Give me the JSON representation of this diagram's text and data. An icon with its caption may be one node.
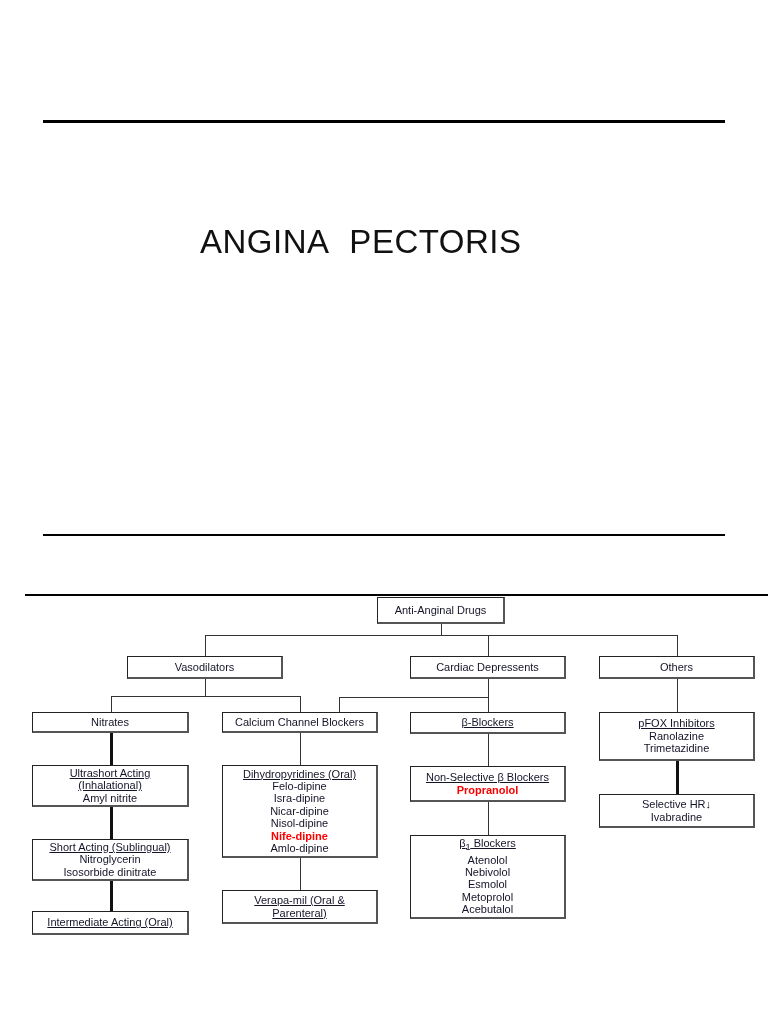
{
  "diagram": {
    "title": "ANGINA PECTORIS",
    "nodes": [
      {
        "text": [
          "Anti-Anginal Drugs"
        ]
      },
      {
        "text": [
          "Vasodilators"
        ]
      },
      {
        "text": [
          "Cardiac Depressents"
        ]
      },
      {
        "text": [
          "Others"
        ]
      },
      {
        "text": [
          "Nitrates"
        ]
      },
      {
        "text": [
          "Calcium Channel Blockers"
        ]
      },
      {
        "text": [
          "β-Blockers"
        ]
      },
      {
        "text": [
          "pFOX Inhibitors",
          "Ranolazine",
          "Trimetazidine"
        ]
      },
      {
        "text": [
          "Ultrashort Acting (Inhalational)",
          "Amyl nitrite"
        ]
      },
      {
        "text": [
          "Dihydropyridines (Oral)",
          "Felo-dipine",
          "Isra-dipine",
          "Nicar-dipine",
          "Nisol-dipine",
          "Nife-dipine",
          "Amlo-dipine"
        ]
      },
      {
        "text": [
          "Non-Selective β Blockers",
          "Propranolol"
        ]
      },
      {
        "text": [
          "Selective HR↓",
          "Ivabradine"
        ]
      },
      {
        "text": [
          "Short Acting (Sublingual)",
          "Nitroglycerin",
          "Isosorbide dinitrate"
        ]
      },
      {
        "text": [
          "β$_{1}$ Blockers",
          "Atenolol",
          "Nebivolol",
          "Esmolol",
          "Metoprolol",
          "Acebutalol"
        ]
      },
      {
        "text": [
          "Verapa-mil (Oral & Parenteral)"
        ]
      },
      {
        "text": [
          "Intermediate Acting (Oral)"
        ]
      }
    ],
    "edges": [
      {
        "from": 0,
        "to": 1,
        "arrow": "none"
      },
      {
        "from": 0,
        "to": 2,
        "arrow": "none"
      },
      {
        "from": 0,
        "to": 3,
        "arrow": "none"
      },
      {
        "from": 1,
        "to": 4,
        "arrow": "none"
      },
      {
        "from": 1,
        "to": 5,
        "arrow": "none"
      },
      {
        "from": 2,
        "to": 5,
        "arrow": "none"
      },
      {
        "from": 2,
        "to": 6,
        "arrow": "none"
      },
      {
        "from": 3,
        "to": 7,
        "arrow": "none"
      },
      {
        "from": 4,
        "to": 8,
        "arrow": "none",
        "style": "thick"
      },
      {
        "from": 8,
        "to": 12,
        "arrow": "none",
        "style": "thick"
      },
      {
        "from": 12,
        "to": 15,
        "arrow": "none",
        "style": "thick"
      },
      {
        "from": 5,
        "to": 9,
        "arrow": "none"
      },
      {
        "from": 9,
        "to": 14,
        "arrow": "none"
      },
      {
        "from": 6,
        "to": 10,
        "arrow": "none"
      },
      {
        "from": 10,
        "to": 13,
        "arrow": "none"
      },
      {
        "from": 7,
        "to": 11,
        "arrow": "none",
        "style": "thick"
      }
    ]
  }
}
